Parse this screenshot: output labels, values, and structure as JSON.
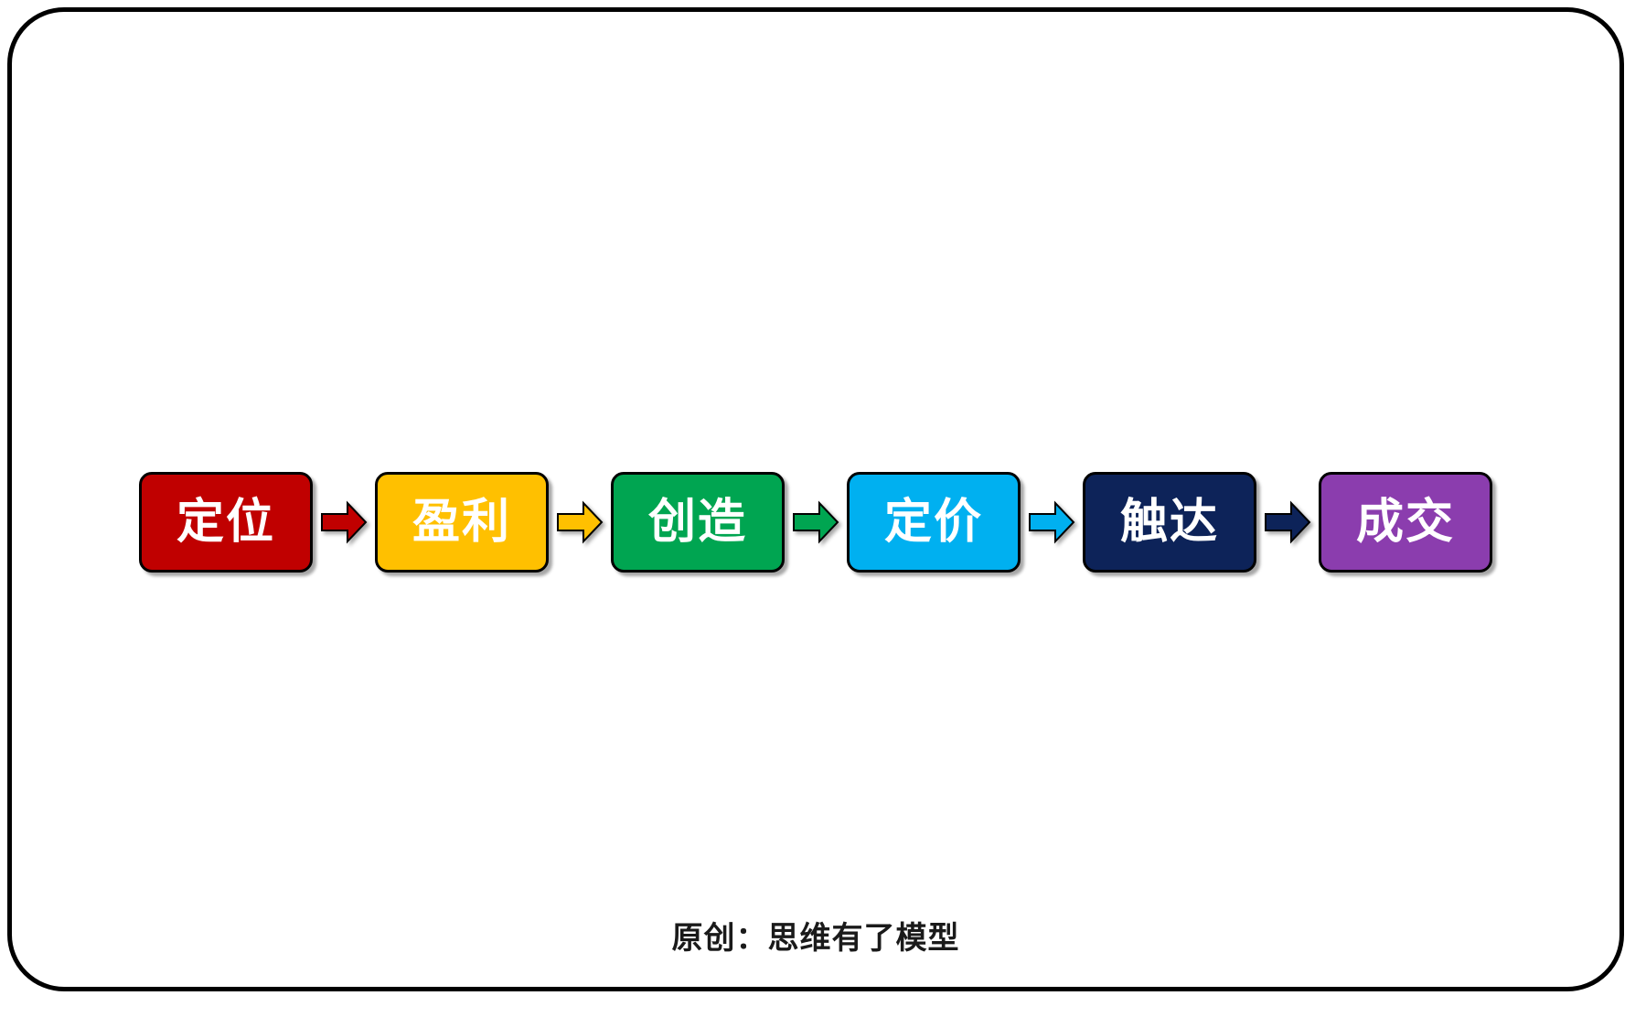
{
  "frame": {
    "border_color": "#000000",
    "background": "#ffffff"
  },
  "diagram": {
    "type": "process-flow",
    "orientation": "horizontal",
    "step_count": 6,
    "steps": [
      {
        "label": "定位",
        "fill": "#C00000",
        "text_color": "#FFFFFF",
        "arrow_color": "#C00000"
      },
      {
        "label": "盈利",
        "fill": "#FFC000",
        "text_color": "#FFFFFF",
        "arrow_color": "#FFC000"
      },
      {
        "label": "创造",
        "fill": "#00A551",
        "text_color": "#FFFFFF",
        "arrow_color": "#00A551"
      },
      {
        "label": "定价",
        "fill": "#00B0F0",
        "text_color": "#FFFFFF",
        "arrow_color": "#00B0F0"
      },
      {
        "label": "触达",
        "fill": "#0D2359",
        "text_color": "#FFFFFF",
        "arrow_color": "#0D2359"
      },
      {
        "label": "成交",
        "fill": "#8B3DAE",
        "text_color": "#FFFFFF",
        "arrow_color": "#8B3DAE"
      }
    ],
    "arrows": [
      {
        "from": "定位",
        "to": "盈利",
        "color": "#C00000",
        "glyph": "right-arrow"
      },
      {
        "from": "盈利",
        "to": "创造",
        "color": "#FFC000",
        "glyph": "right-arrow"
      },
      {
        "from": "创造",
        "to": "定价",
        "color": "#00A551",
        "glyph": "right-arrow"
      },
      {
        "from": "定价",
        "to": "触达",
        "color": "#00B0F0",
        "glyph": "right-arrow"
      },
      {
        "from": "触达",
        "to": "成交",
        "color": "#0D2359",
        "glyph": "right-arrow"
      }
    ]
  },
  "caption": {
    "text": "原创：思维有了模型"
  }
}
